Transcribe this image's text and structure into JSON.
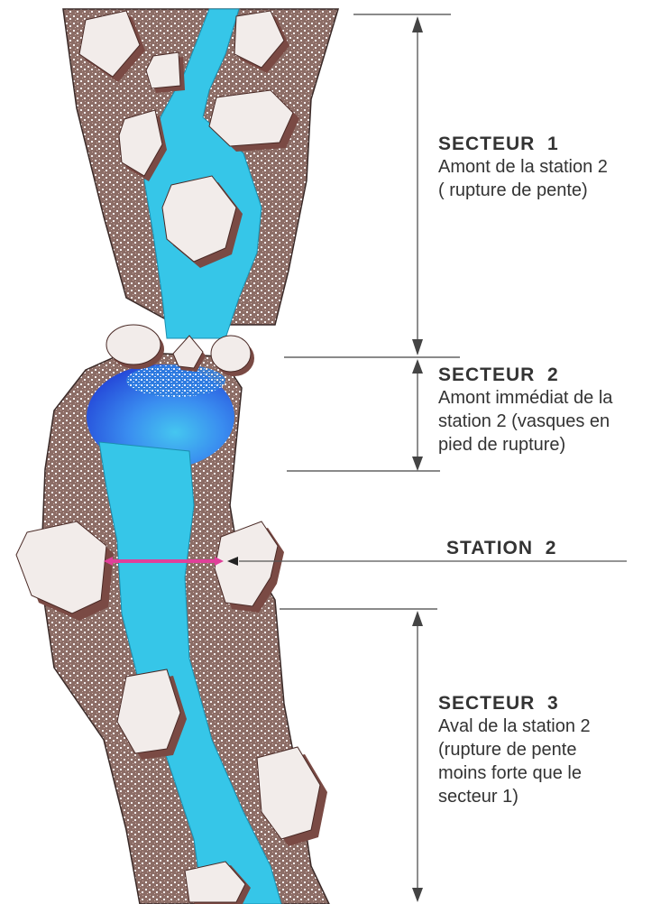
{
  "sectors": [
    {
      "title": "SECTEUR  1",
      "lines": [
        "Amont de la station 2",
        "( rupture de pente)"
      ]
    },
    {
      "title": "SECTEUR  2",
      "lines": [
        "Amont immédiat de la",
        "station 2 (vasques en",
        "pied de rupture)"
      ]
    },
    {
      "title": "SECTEUR  3",
      "lines": [
        "Aval de la station 2",
        "(rupture de pente",
        "moins forte que le",
        "secteur 1)"
      ]
    }
  ],
  "station": {
    "label": "STATION  2"
  },
  "colors": {
    "riverbed": "#8a6a62",
    "water": "#35c8e6",
    "pool": "#2a6ae0",
    "boulder": "#f2ecea",
    "boulder_shadow": "#7a4a44",
    "width_arrow": "#e0409a",
    "lines": "#333333"
  }
}
